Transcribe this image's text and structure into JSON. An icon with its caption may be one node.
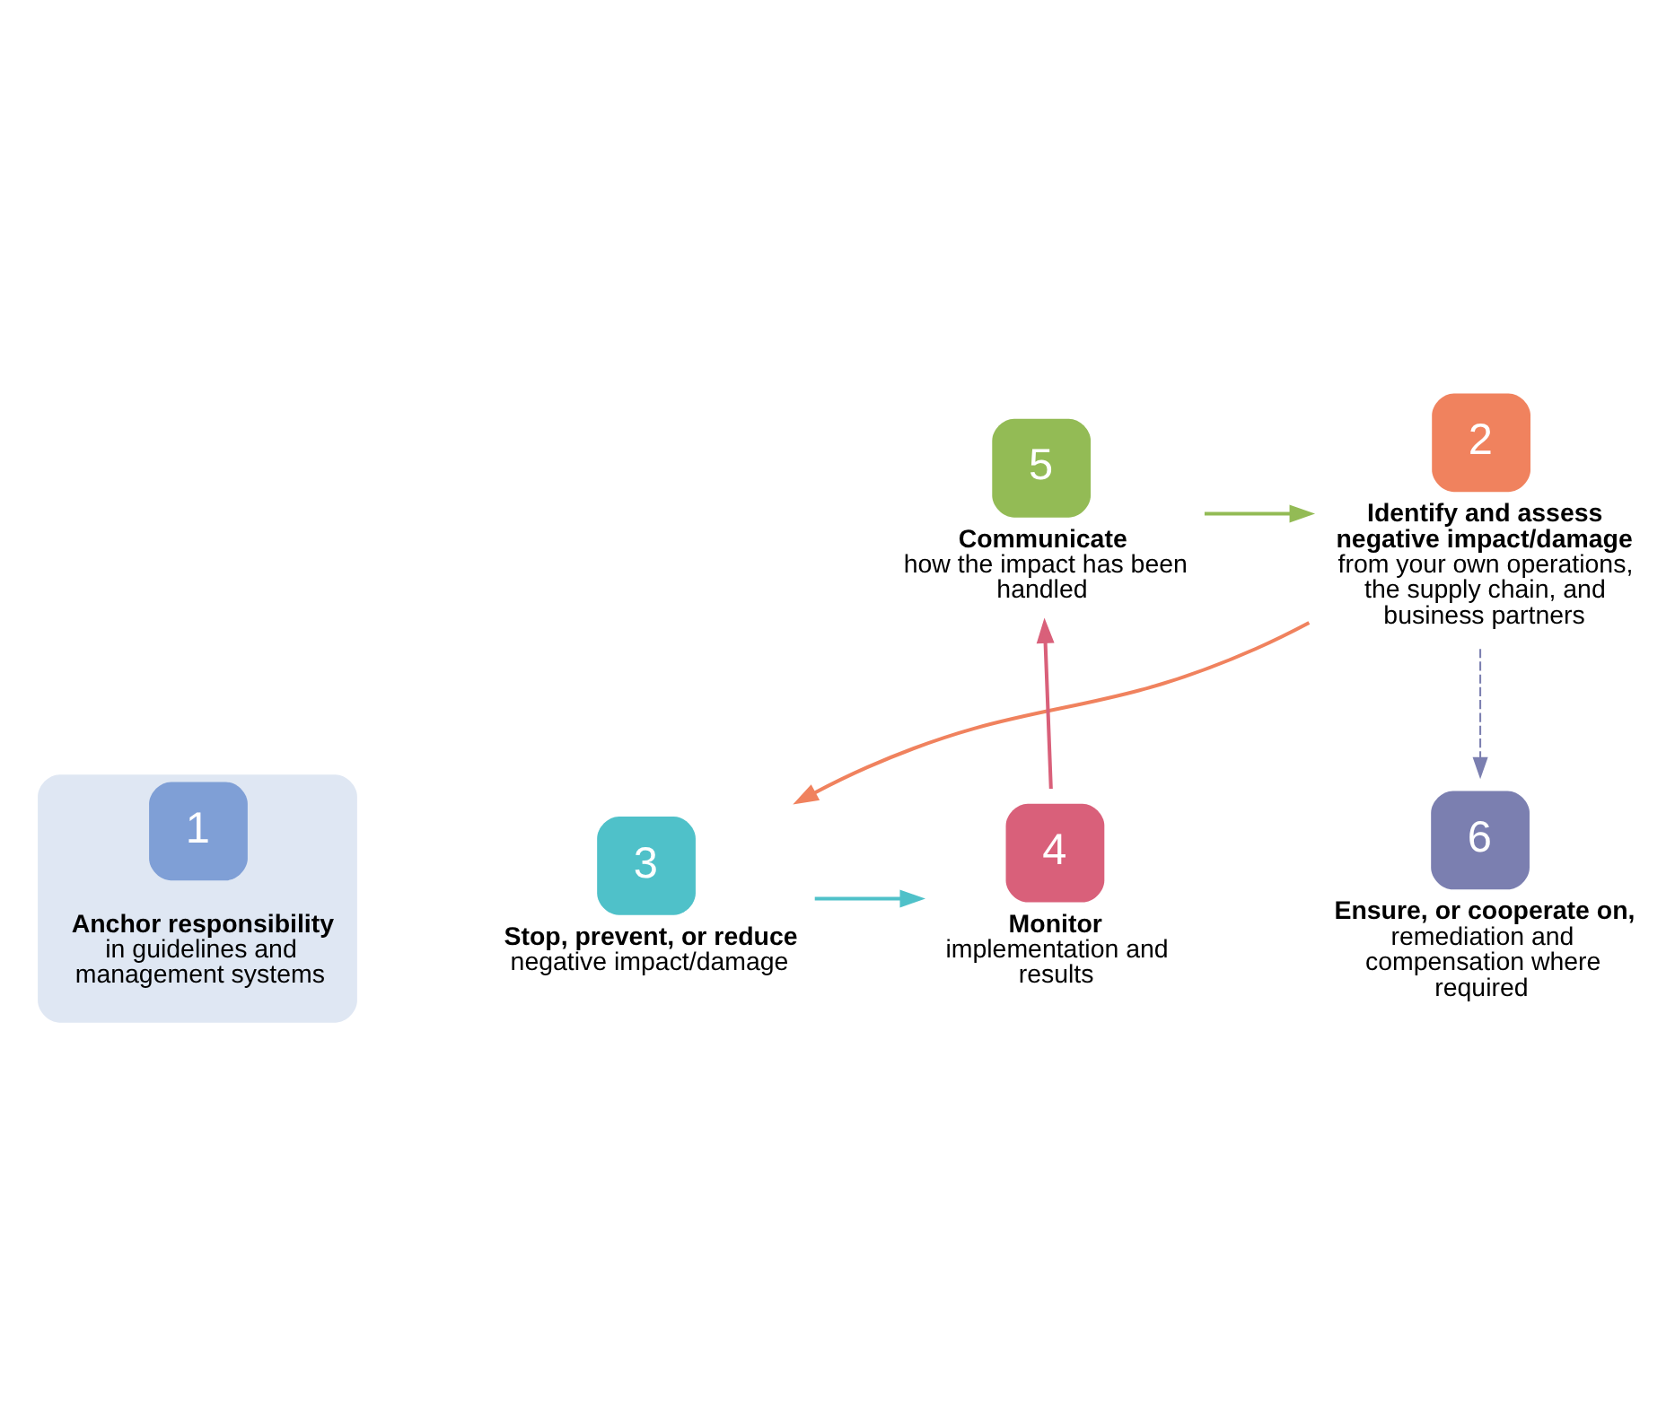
{
  "diagram": {
    "nodes": [
      {
        "text": [
          "1",
          "**Anchor responsibility** in guidelines and management systems"
        ]
      },
      {
        "text": [
          "2",
          "**Identify and assess negative impact/damage** from your own operations, the supply chain, and business partners"
        ]
      },
      {
        "text": [
          "3",
          "**Stop, prevent, or reduce** negative impact/damage"
        ]
      },
      {
        "text": [
          "4",
          "**Monitor** implementation and results"
        ]
      },
      {
        "text": [
          "5",
          "**Communicate** how the impact has been handled"
        ]
      },
      {
        "text": [
          "6",
          "**Ensure, or cooperate on,** remediation and compensation where required"
        ]
      }
    ],
    "edges": [
      {
        "from": 4,
        "to": 1,
        "arrow": "to",
        "color": "#93bb55"
      },
      {
        "from": 1,
        "to": 2,
        "arrow": "to",
        "color": "#f0825e"
      },
      {
        "from": 2,
        "to": 3,
        "arrow": "to",
        "color": "#4fc1c9"
      },
      {
        "from": 3,
        "to": 4,
        "arrow": "to",
        "color": "#d9607a"
      },
      {
        "from": 1,
        "to": 5,
        "arrow": "to",
        "style": "dashed",
        "color": "#7b7fb0"
      }
    ]
  }
}
